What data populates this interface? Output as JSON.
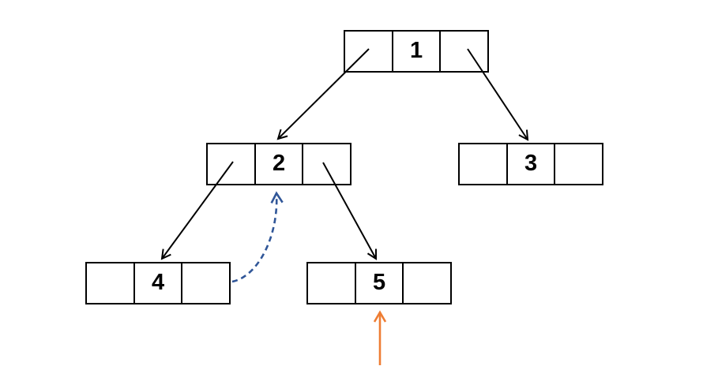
{
  "diagram": {
    "description": "Binary tree drawn as linked-list node boxes (left pointer cell, value, right pointer cell)",
    "nodes": [
      {
        "value": "1"
      },
      {
        "value": "2"
      },
      {
        "value": "3"
      },
      {
        "value": "4"
      },
      {
        "value": "5"
      }
    ],
    "edges": [
      {
        "from": "1",
        "to": "2",
        "pointer": "left",
        "style": "solid-black"
      },
      {
        "from": "1",
        "to": "3",
        "pointer": "right",
        "style": "solid-black"
      },
      {
        "from": "2",
        "to": "4",
        "pointer": "left",
        "style": "solid-black"
      },
      {
        "from": "2",
        "to": "5",
        "pointer": "right",
        "style": "solid-black"
      },
      {
        "from": "4",
        "to": "2",
        "pointer": "right-thread",
        "style": "dashed-blue-curved"
      }
    ],
    "annotations": [
      {
        "type": "pointer-arrow",
        "points_to": "5",
        "direction": "up",
        "style": "solid-orange"
      }
    ],
    "colors": {
      "edge_color": "#000000",
      "thread_color": "#305698",
      "highlight_color": "#EE7D33",
      "node_border": "#000000",
      "node_text": "#000000",
      "background": "#FFFFFF"
    }
  }
}
